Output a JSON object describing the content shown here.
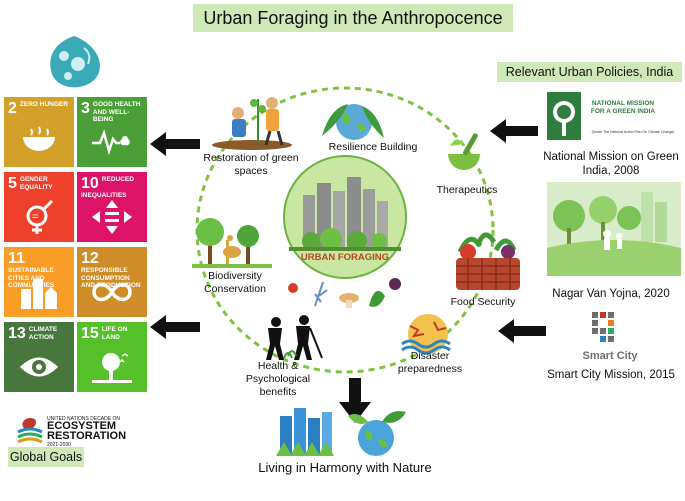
{
  "title": "Urban Foraging in the Anthropocence",
  "center_label": "URBAN FORAGING",
  "policies_header": "Relevant Urban Policies, India",
  "global_goals_label": "Global Goals",
  "bottom_label": "Living in Harmony with Nature",
  "benefits": [
    "Restoration of green spaces",
    "Resilience Building",
    "Therapeutics",
    "Biodiversity Conservation",
    "Food Security",
    "Health & Psychological benefits",
    "Disaster preparedness"
  ],
  "policies": [
    {
      "name": "National Mission on Green India, 2008",
      "logo_text": "NATIONAL MISSION FOR A GREEN INDIA",
      "logo_subtext": "(Under The National Action Plan On Climate Change)"
    },
    {
      "name": "Nagar Van Yojna, 2020"
    },
    {
      "name": "Smart City Mission, 2015",
      "logo_text": "Smart City"
    }
  ],
  "sdgs": [
    {
      "num": "2",
      "title": "ZERO HUNGER",
      "color": "#d3a029",
      "icon": "bowl-icon"
    },
    {
      "num": "3",
      "title": "GOOD HEALTH AND WELL-BEING",
      "color": "#4c9f38",
      "icon": "heartbeat-icon"
    },
    {
      "num": "5",
      "title": "GENDER EQUALITY",
      "color": "#ef402b",
      "icon": "gender-icon"
    },
    {
      "num": "10",
      "title": "REDUCED INEQUALITIES",
      "color": "#dd1367",
      "icon": "arrows-icon"
    },
    {
      "num": "11",
      "title": "SUSTAINABLE CITIES AND COMMUNITIES",
      "color": "#f99d26",
      "icon": "buildings-icon"
    },
    {
      "num": "12",
      "title": "RESPONSIBLE CONSUMPTION AND PRODUCTION",
      "color": "#cf8d2a",
      "icon": "infinity-icon"
    },
    {
      "num": "13",
      "title": "CLIMATE ACTION",
      "color": "#48773e",
      "icon": "eye-icon"
    },
    {
      "num": "15",
      "title": "LIFE ON LAND",
      "color": "#56c02b",
      "icon": "tree-birds-icon"
    }
  ],
  "decade_logo": {
    "line1": "UNITED NATIONS DECADE ON",
    "line2": "ECOSYSTEM",
    "line3": "RESTORATION",
    "line4": "2021-2030"
  }
}
